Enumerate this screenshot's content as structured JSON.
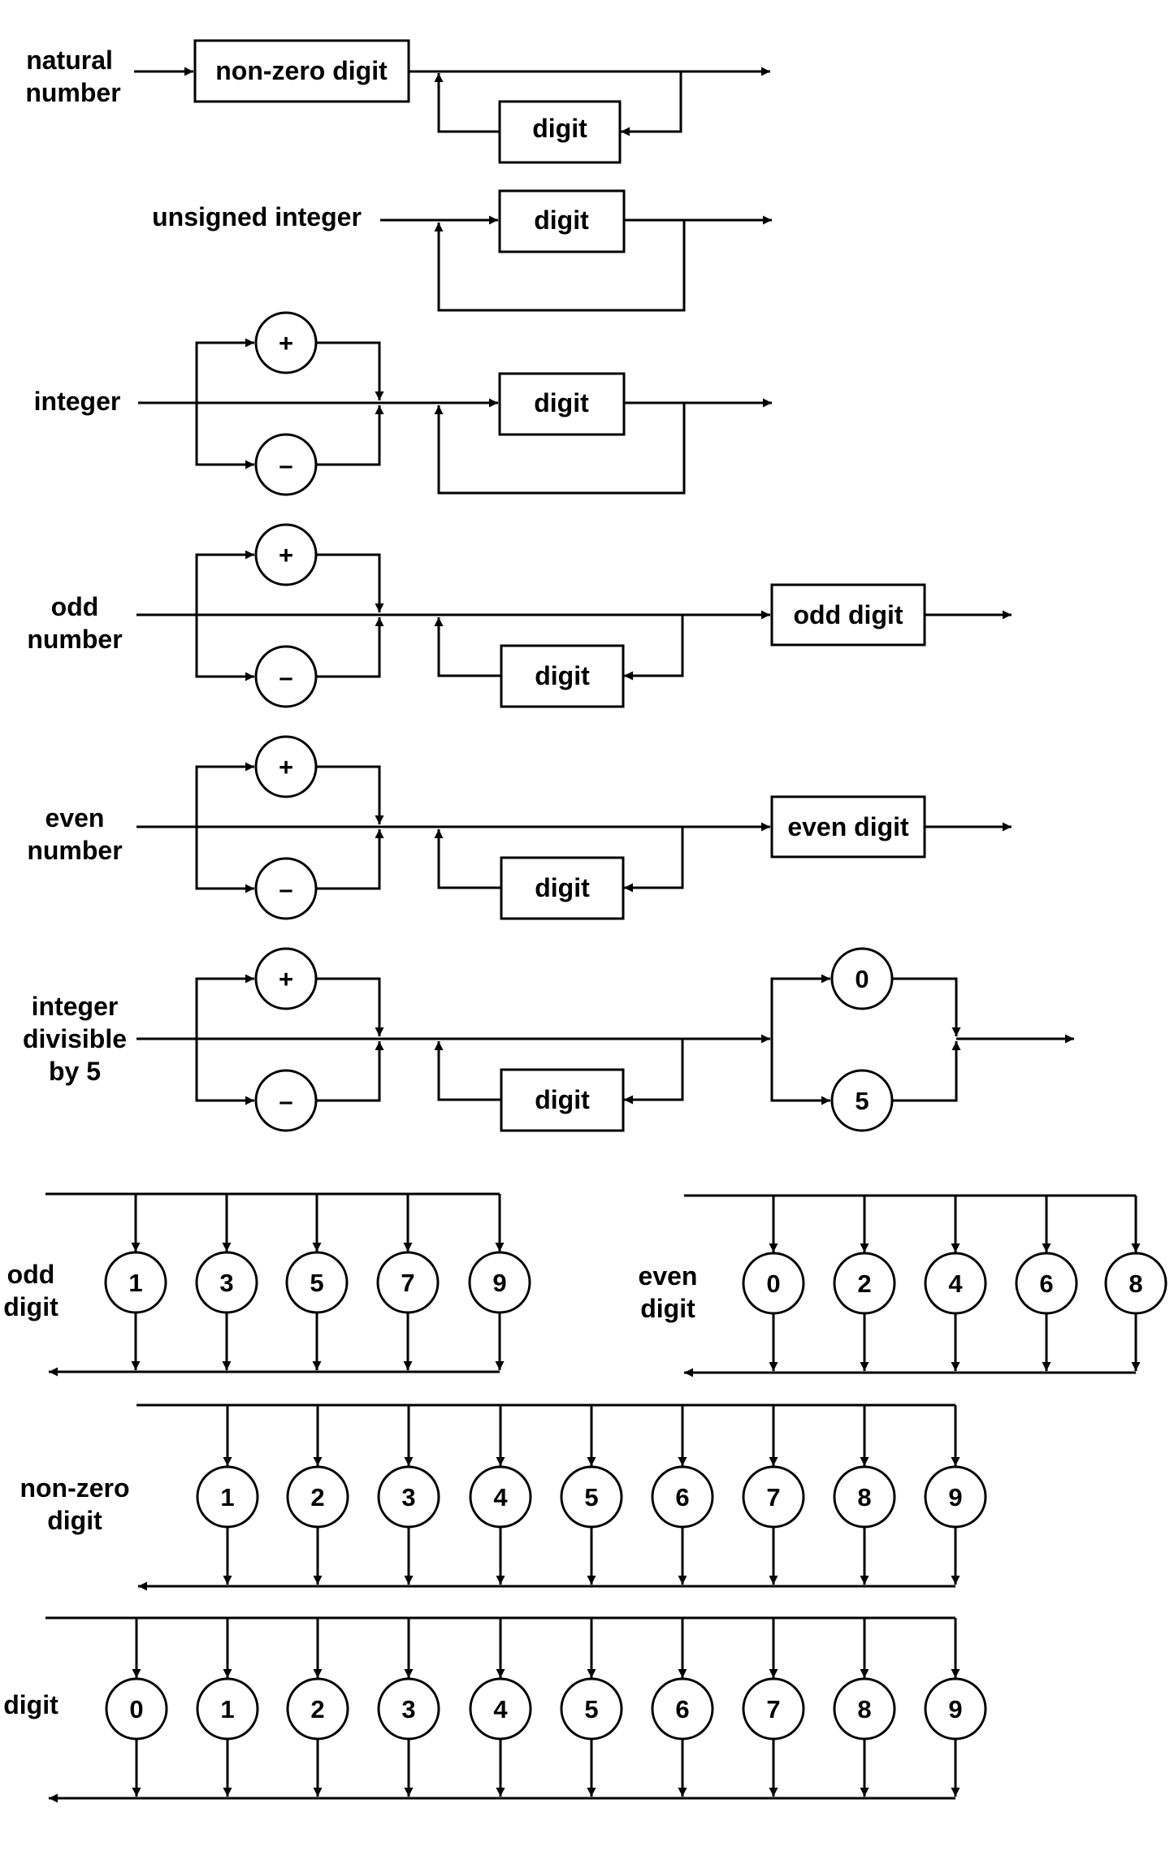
{
  "diagrams": {
    "natural_number": {
      "label": [
        "natural",
        "number"
      ],
      "box1": "non-zero digit",
      "box2": "digit"
    },
    "unsigned_integer": {
      "label": [
        "unsigned integer"
      ],
      "box": "digit"
    },
    "integer": {
      "label": [
        "integer"
      ],
      "plus": "+",
      "minus": "–",
      "box": "digit"
    },
    "odd_number": {
      "label": [
        "odd",
        "number"
      ],
      "plus": "+",
      "minus": "–",
      "box": "digit",
      "final_box": "odd digit"
    },
    "even_number": {
      "label": [
        "even",
        "number"
      ],
      "plus": "+",
      "minus": "–",
      "box": "digit",
      "final_box": "even digit"
    },
    "divisible_by_5": {
      "label": [
        "integer",
        "divisible",
        "by 5"
      ],
      "plus": "+",
      "minus": "–",
      "box": "digit",
      "endings": [
        "0",
        "5"
      ]
    },
    "odd_digit": {
      "label": [
        "odd",
        "digit"
      ],
      "digits": [
        "1",
        "3",
        "5",
        "7",
        "9"
      ]
    },
    "even_digit": {
      "label": [
        "even",
        "digit"
      ],
      "digits": [
        "0",
        "2",
        "4",
        "6",
        "8"
      ]
    },
    "non_zero_digit": {
      "label": [
        "non-zero",
        "digit"
      ],
      "digits": [
        "1",
        "2",
        "3",
        "4",
        "5",
        "6",
        "7",
        "8",
        "9"
      ]
    },
    "digit": {
      "label": [
        "digit"
      ],
      "digits": [
        "0",
        "1",
        "2",
        "3",
        "4",
        "5",
        "6",
        "7",
        "8",
        "9"
      ]
    }
  }
}
